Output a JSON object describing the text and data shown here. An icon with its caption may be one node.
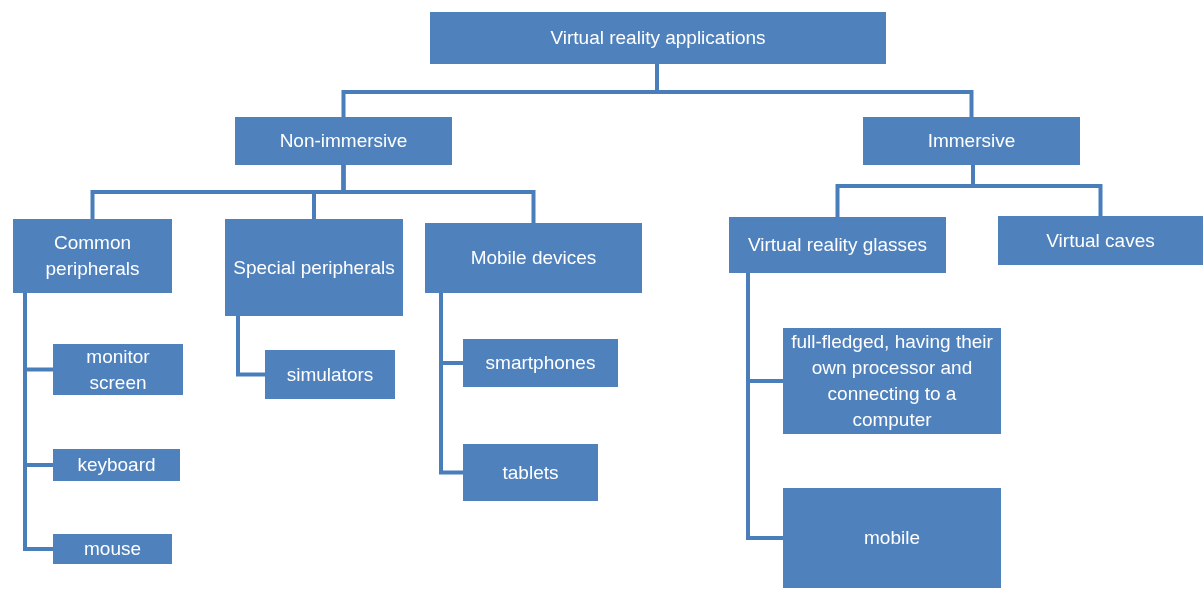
{
  "diagram": {
    "nodes": [
      {
        "text": [
          "Virtual reality applications"
        ]
      },
      {
        "text": [
          "Non-immersive"
        ]
      },
      {
        "text": [
          "Immersive"
        ]
      },
      {
        "text": [
          "Common peripherals"
        ]
      },
      {
        "text": [
          "Special peripherals"
        ]
      },
      {
        "text": [
          "Mobile devices"
        ]
      },
      {
        "text": [
          "Virtual reality glasses"
        ]
      },
      {
        "text": [
          "Virtual caves"
        ]
      },
      {
        "text": [
          "monitor screen"
        ]
      },
      {
        "text": [
          "keyboard"
        ]
      },
      {
        "text": [
          "mouse"
        ]
      },
      {
        "text": [
          "simulators"
        ]
      },
      {
        "text": [
          "smartphones"
        ]
      },
      {
        "text": [
          "tablets"
        ]
      },
      {
        "text": [
          "full-fledged, having their own processor and connecting to a computer"
        ]
      },
      {
        "text": [
          "mobile"
        ]
      }
    ],
    "edges": [
      {
        "from": 0,
        "to": 1,
        "arrow": "none"
      },
      {
        "from": 0,
        "to": 2,
        "arrow": "none"
      },
      {
        "from": 1,
        "to": 3,
        "arrow": "none"
      },
      {
        "from": 1,
        "to": 4,
        "arrow": "none"
      },
      {
        "from": 1,
        "to": 5,
        "arrow": "none"
      },
      {
        "from": 2,
        "to": 6,
        "arrow": "none"
      },
      {
        "from": 2,
        "to": 7,
        "arrow": "none"
      },
      {
        "from": 3,
        "to": 8,
        "arrow": "none"
      },
      {
        "from": 3,
        "to": 9,
        "arrow": "none"
      },
      {
        "from": 3,
        "to": 10,
        "arrow": "none"
      },
      {
        "from": 4,
        "to": 11,
        "arrow": "none"
      },
      {
        "from": 5,
        "to": 12,
        "arrow": "none"
      },
      {
        "from": 5,
        "to": 13,
        "arrow": "none"
      },
      {
        "from": 6,
        "to": 14,
        "arrow": "none"
      },
      {
        "from": 6,
        "to": 15,
        "arrow": "none"
      }
    ]
  }
}
